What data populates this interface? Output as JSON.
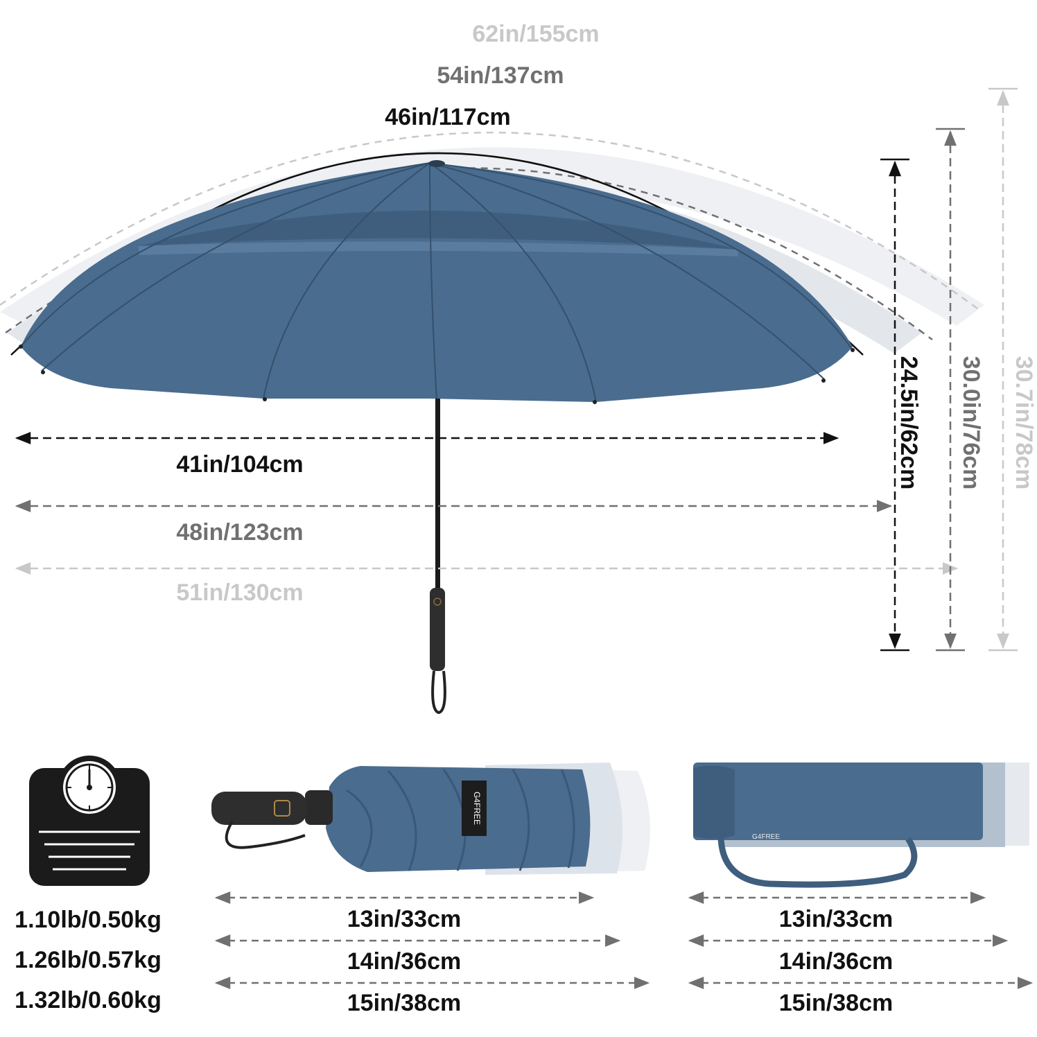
{
  "colors": {
    "canopy": "#4a6c8e",
    "canopy_light": "#5a7d9f",
    "canopy_dark": "#3f5e7e",
    "rib": "#34506c",
    "tier1": "#111111",
    "tier2": "#707070",
    "tier3": "#c8c8c8",
    "ghost_canopy": "#e6e9ed",
    "handle": "#2e2e2e"
  },
  "open": {
    "arc_lengths": [
      "62in/155cm",
      "54in/137cm",
      "46in/117cm"
    ],
    "spans": [
      "41in/104cm",
      "48in/123cm",
      "51in/130cm"
    ],
    "heights": [
      "24.5in/62cm",
      "30.0in/76cm",
      "30.7in/78cm"
    ]
  },
  "weight": {
    "icon": "scale-icon",
    "values": [
      "1.10lb/0.50kg",
      "1.26lb/0.57kg",
      "1.32lb/0.60kg"
    ]
  },
  "folded": {
    "brand": "G4FREE",
    "lengths": [
      "13in/33cm",
      "14in/36cm",
      "15in/38cm"
    ]
  },
  "sleeve": {
    "brand": "G4FREE",
    "lengths": [
      "13in/33cm",
      "14in/36cm",
      "15in/38cm"
    ]
  }
}
